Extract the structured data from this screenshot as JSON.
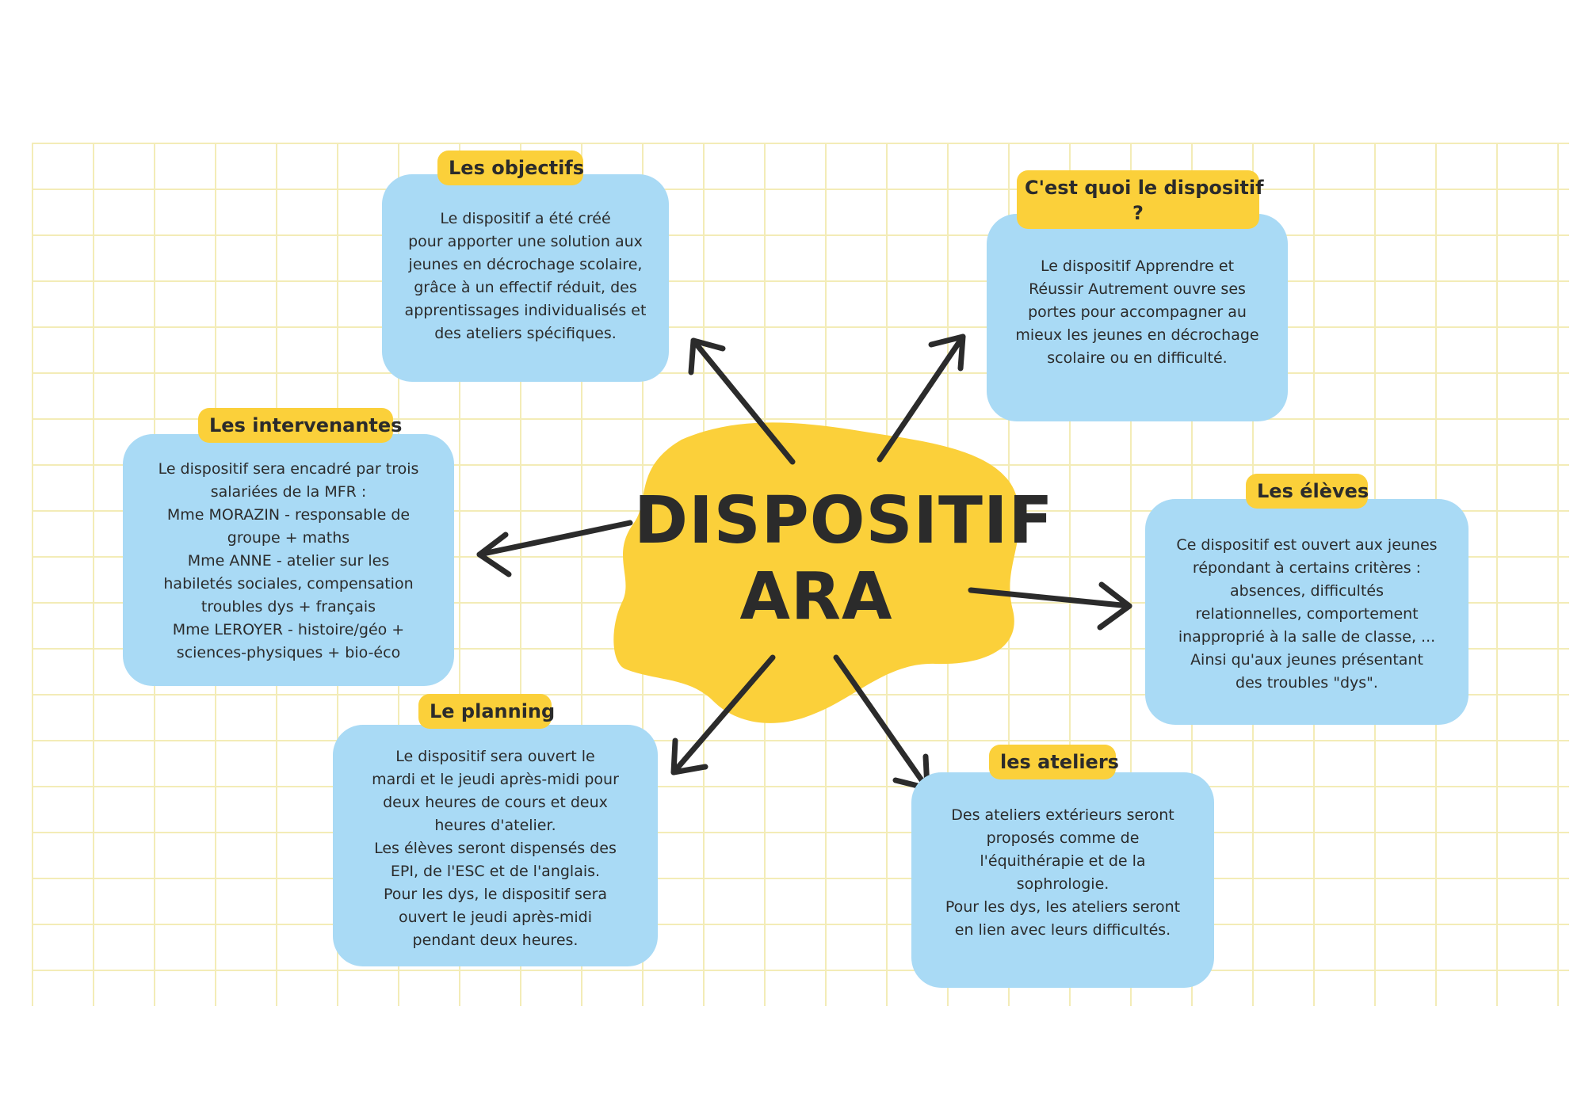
{
  "center": {
    "line1": "DISPOSITIF",
    "line2": "ARA"
  },
  "colors": {
    "bubble_blue": "#a9daf5",
    "label_yellow": "#fbd03a",
    "blob_yellow": "#fbd03a",
    "ink": "#2b2b2b",
    "grid": "#f3ecb7"
  },
  "nodes": {
    "objectifs": {
      "title": "Les objectifs",
      "text": [
        "Le dispositif a été créé",
        "pour apporter une solution aux",
        "jeunes en décrochage scolaire,",
        "grâce à un effectif réduit, des",
        "apprentissages individualisés et",
        "des ateliers spécifiques."
      ]
    },
    "cest_quoi": {
      "title_line1": "C'est quoi le dispositif",
      "title_line2": "?",
      "text": [
        "Le dispositif Apprendre et",
        "Réussir Autrement ouvre ses",
        "portes pour accompagner au",
        "mieux les jeunes en décrochage",
        "scolaire ou en difficulté."
      ]
    },
    "intervenantes": {
      "title": "Les intervenantes",
      "text": [
        "Le dispositif sera encadré par trois",
        "salariées de la MFR :",
        "Mme MORAZIN - responsable de",
        "groupe + maths",
        "Mme ANNE - atelier sur les",
        "habiletés sociales, compensation",
        "troubles dys + français",
        "Mme LEROYER - histoire/géo +",
        "sciences-physiques + bio-éco"
      ]
    },
    "eleves": {
      "title": "Les élèves",
      "text": [
        "Ce dispositif est ouvert aux jeunes",
        "répondant à certains critères :",
        "absences, difficultés",
        "relationnelles, comportement",
        "inapproprié à la salle de classe, ...",
        "Ainsi qu'aux jeunes présentant",
        "des troubles \"dys\"."
      ]
    },
    "planning": {
      "title": "Le planning",
      "text": [
        "Le dispositif sera ouvert le",
        "mardi et le jeudi après-midi pour",
        "deux heures de cours et deux",
        "heures d'atelier.",
        "Les élèves seront dispensés des",
        "EPI, de l'ESC et de l'anglais.",
        "Pour les dys, le dispositif sera",
        "ouvert le jeudi après-midi",
        "pendant deux heures."
      ]
    },
    "ateliers": {
      "title": "les ateliers",
      "text": [
        "Des ateliers extérieurs seront",
        "proposés comme de",
        "l'équithérapie et de la",
        "sophrologie.",
        "Pour les dys, les ateliers seront",
        "en lien avec leurs difficultés."
      ]
    }
  }
}
